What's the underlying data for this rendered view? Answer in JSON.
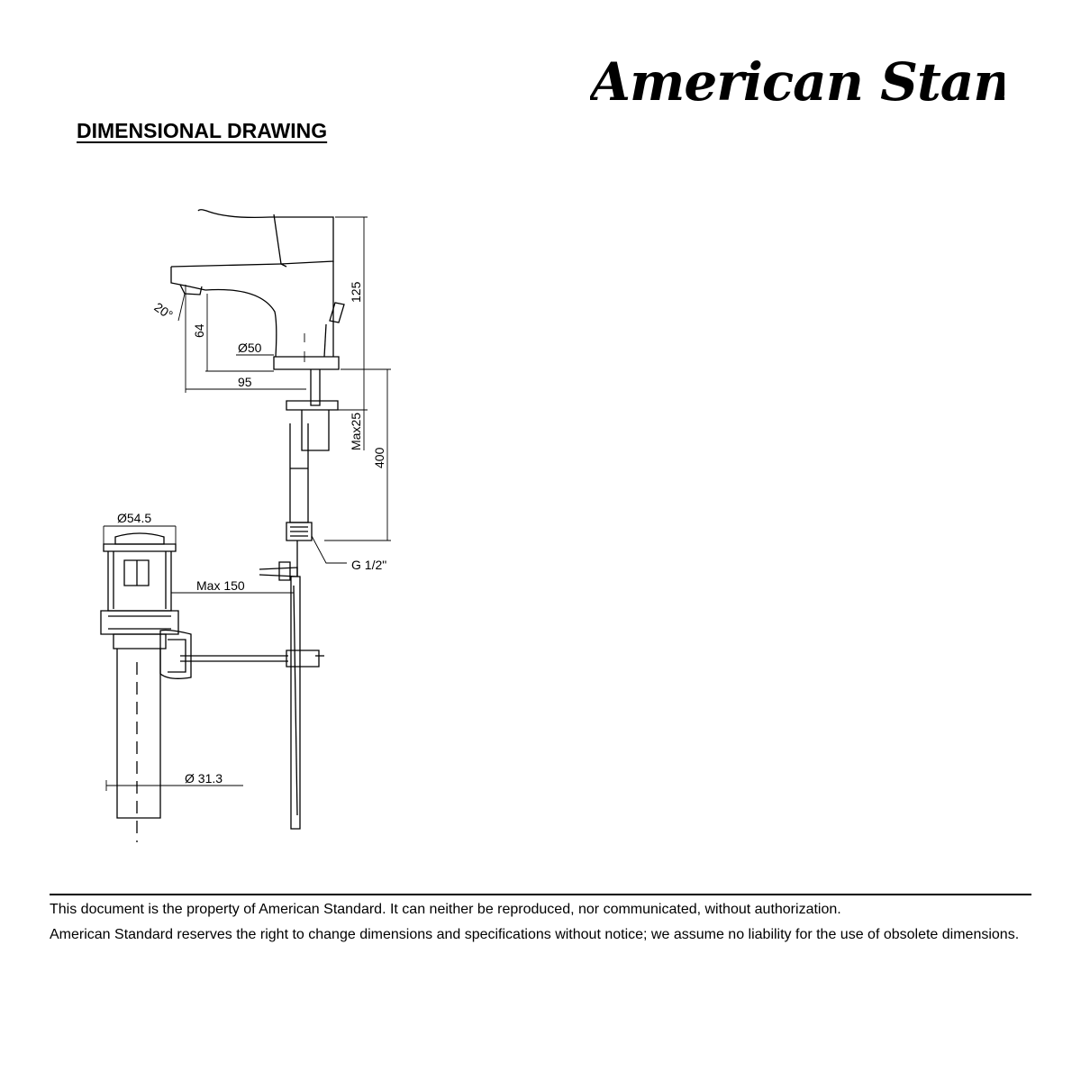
{
  "brand": {
    "logo": "American Standard"
  },
  "heading": "DIMENSIONAL DRAWING",
  "dimensions": {
    "angle": "20°",
    "spout_height": "64",
    "base_diameter": "Ø50",
    "spout_reach": "95",
    "total_height": "125",
    "max_deck": "Max25",
    "hose_length": "400",
    "connection": "G 1/2\"",
    "drain_top_diameter": "Ø54.5",
    "rod_length": "Max 150",
    "tail_diameter": "Ø 31.3"
  },
  "footer": {
    "line1": "This document is the property of American Standard. It can neither be reproduced, nor communicated, without authorization.",
    "line2": "American Standard reserves the right to change dimensions and specifications without notice; we assume no liability for the use of obsolete dimensions."
  }
}
